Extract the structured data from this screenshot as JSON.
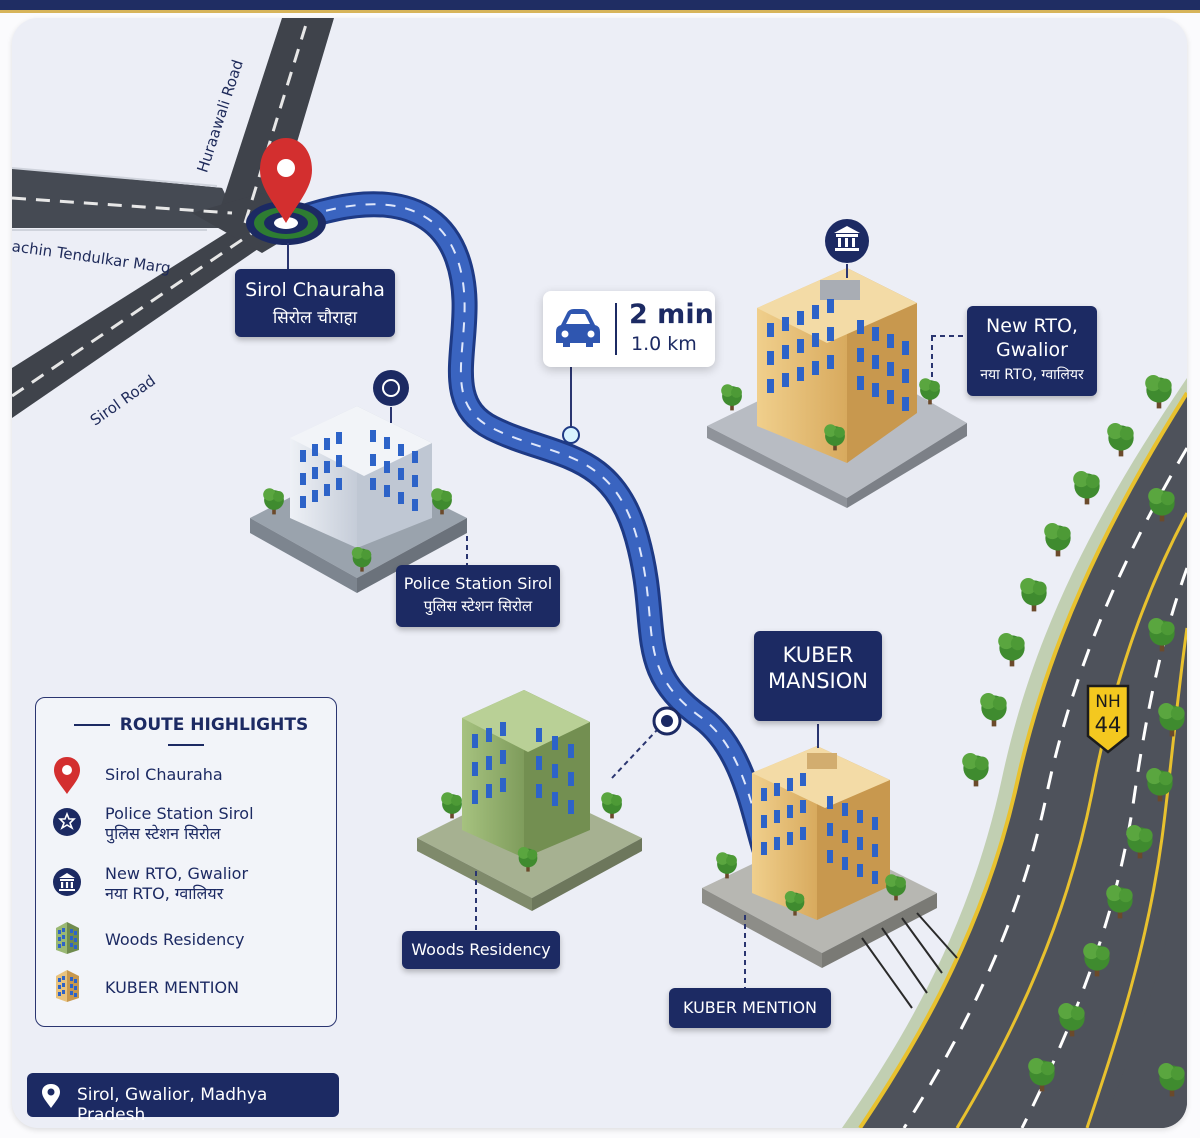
{
  "roads": {
    "hurawali": "Huraawali Road",
    "sachin": "achin Tendulkar Marg",
    "sirol": "Sirol Road"
  },
  "places": {
    "sirol_chauraha": {
      "en": "Sirol Chauraha",
      "hi": "सिरोल चौराहा"
    },
    "police": {
      "en": "Police Station Sirol",
      "hi": "पुलिस स्टेशन सिरोल"
    },
    "rto": {
      "en1": "New RTO,",
      "en2": "Gwalior",
      "hi": "नया RTO, ग्वालियर"
    },
    "woods": {
      "en": "Woods Residency"
    },
    "kuber_title": {
      "l1": "KUBER",
      "l2": "MANSION"
    },
    "kuber_bottom": {
      "en": "KUBER MENTION"
    }
  },
  "eta": {
    "time": "2 min",
    "distance": "1.0 km"
  },
  "highway": {
    "l1": "NH",
    "l2": "44"
  },
  "legend": {
    "title": "ROUTE HIGHLIGHTS",
    "items": [
      {
        "icon": "map-pin-icon",
        "l1": "Sirol Chauraha",
        "l2": ""
      },
      {
        "icon": "police-badge-icon",
        "l1": "Police Station Sirol",
        "l2": "पुलिस स्टेशन सिरोल"
      },
      {
        "icon": "government-building-icon",
        "l1": "New RTO, Gwalior",
        "l2": "नया RTO, ग्वालियर"
      },
      {
        "icon": "green-building-icon",
        "l1": "Woods Residency",
        "l2": ""
      },
      {
        "icon": "tan-building-icon",
        "l1": "KUBER MENTION",
        "l2": ""
      }
    ]
  },
  "address": "Sirol, Gwalior, Madhya Pradesh",
  "colors": {
    "navy": "#1c2a63",
    "route": "#2f56b0",
    "pin": "#d32f2f",
    "road": "#4b4f58",
    "highway_line": "#e8c12e",
    "green_building": "#8fae6b",
    "tan_building": "#e3be78",
    "white_building": "#d9dfe8"
  }
}
